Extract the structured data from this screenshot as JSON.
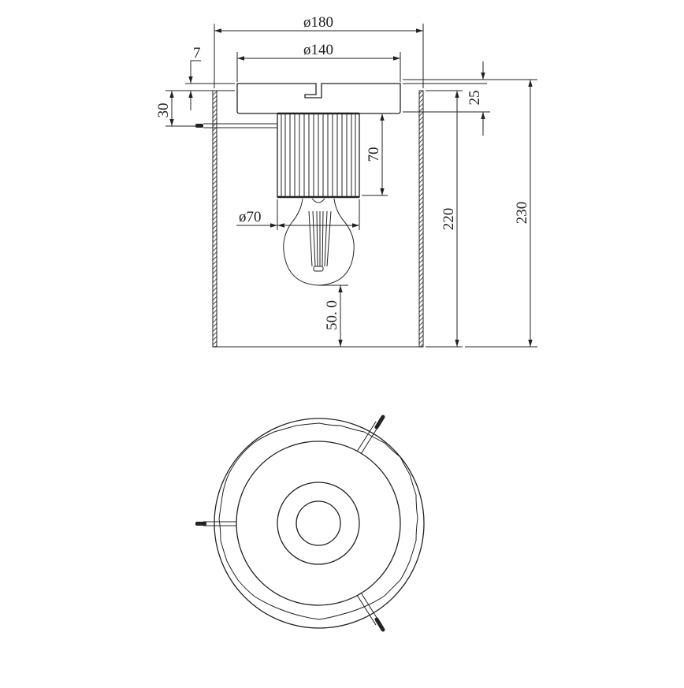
{
  "drawing": {
    "type": "technical-dimension-drawing",
    "subject": "ceiling lamp with cylindrical shade",
    "line_color": "#222222",
    "background": "#ffffff",
    "side_view": {
      "dimensions": {
        "shade_diameter": "ø180",
        "canopy_diameter": "ø140",
        "offset_top": "7",
        "screw_height": "30",
        "canopy_height": "25",
        "socket_height": "70",
        "bulb_diameter": "ø70",
        "shade_height": "220",
        "total_height": "230",
        "bulb_clearance": "50. 0"
      }
    },
    "top_view": {
      "description": "plan view with outer shade rings, canopy, socket rings and three fixing screws"
    }
  }
}
